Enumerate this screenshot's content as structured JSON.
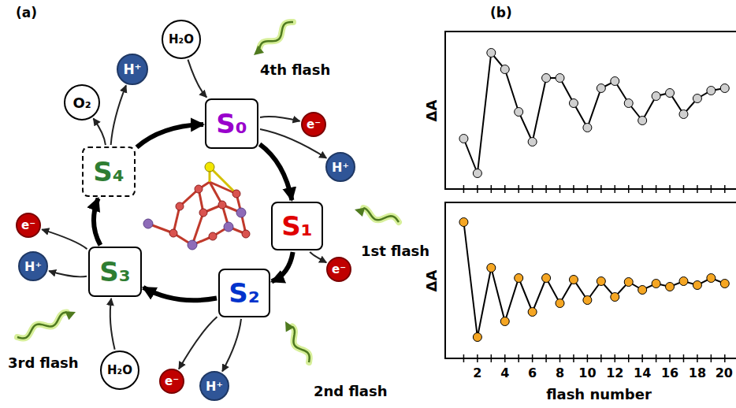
{
  "diagram": {
    "nodes": [
      {
        "text": [
          "H₂O"
        ]
      },
      {
        "text": [
          "H⁺"
        ]
      },
      {
        "text": [
          "O₂"
        ]
      },
      {
        "text": [
          "S₀"
        ]
      },
      {
        "text": [
          "e⁻"
        ]
      },
      {
        "text": [
          "H⁺"
        ]
      },
      {
        "text": [
          "S₄"
        ]
      },
      {
        "text": [
          "S₁"
        ]
      },
      {
        "text": [
          "e⁻"
        ]
      },
      {
        "text": [
          "e⁻"
        ]
      },
      {
        "text": [
          "H⁺"
        ]
      },
      {
        "text": [
          "S₃"
        ]
      },
      {
        "text": [
          "S₂"
        ]
      },
      {
        "text": [
          "H₂O"
        ]
      },
      {
        "text": [
          "e⁻"
        ]
      },
      {
        "text": [
          "H⁺"
        ]
      }
    ],
    "edges": [
      {
        "from": 3,
        "to": 7,
        "arrow": "to"
      },
      {
        "from": 7,
        "to": 12,
        "arrow": "to"
      },
      {
        "from": 12,
        "to": 11,
        "arrow": "to"
      },
      {
        "from": 11,
        "to": 6,
        "arrow": "to"
      },
      {
        "from": 6,
        "to": 3,
        "arrow": "to"
      },
      {
        "from": 6,
        "to": 2,
        "arrow": "to"
      },
      {
        "from": 6,
        "to": 1,
        "arrow": "to"
      },
      {
        "from": 0,
        "to": 3,
        "arrow": "to"
      },
      {
        "from": 3,
        "to": 4,
        "arrow": "to"
      },
      {
        "from": 3,
        "to": 5,
        "arrow": "to"
      },
      {
        "from": 7,
        "to": 9,
        "arrow": "to"
      },
      {
        "from": 13,
        "to": 11,
        "arrow": "to"
      },
      {
        "from": 12,
        "to": 14,
        "arrow": "to"
      },
      {
        "from": 12,
        "to": 15,
        "arrow": "to"
      },
      {
        "from": 11,
        "to": 8,
        "arrow": "to"
      },
      {
        "from": 11,
        "to": 10,
        "arrow": "to"
      }
    ],
    "labels": [
      "(a)",
      "(b)",
      "4th flash",
      "1st flash",
      "2nd flash",
      "3rd flash",
      "ΔA",
      "ΔA",
      "2",
      "4",
      "6",
      "8",
      "10",
      "12",
      "14",
      "16",
      "18",
      "20",
      "flash number"
    ]
  }
}
